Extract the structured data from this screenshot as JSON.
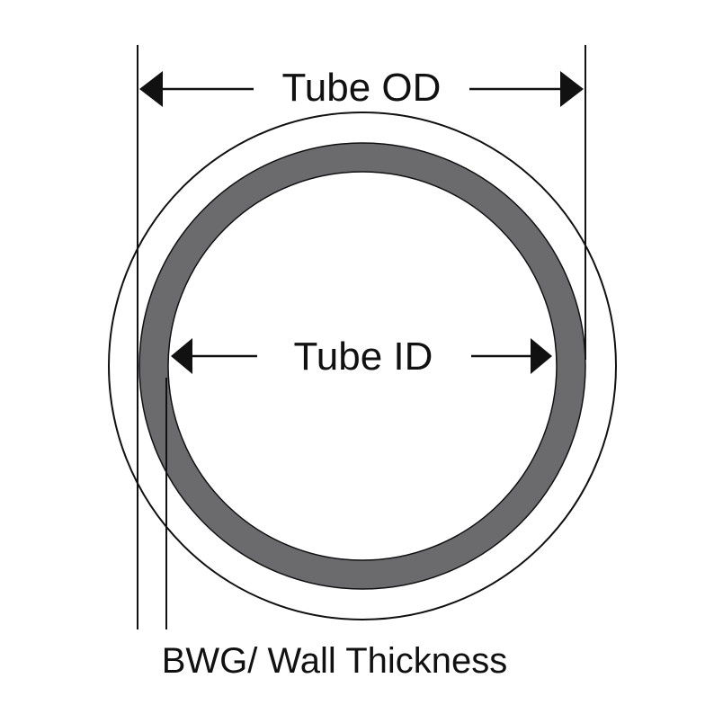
{
  "labels": {
    "tube_od": "Tube OD",
    "tube_id": "Tube ID",
    "wall_thickness": "BWG/ Wall Thickness"
  },
  "colors": {
    "tube_wall": "#6b6b6d",
    "line": "#111111",
    "background": "#ffffff"
  }
}
